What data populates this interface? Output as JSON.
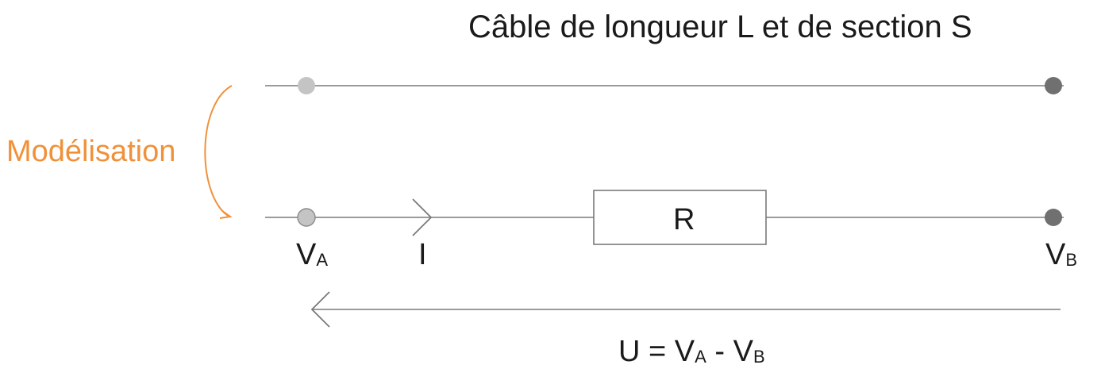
{
  "title": "Câble de longueur L et de section S",
  "modeling_label": "Modélisation",
  "resistor_label": "R",
  "node_a": {
    "main": "V",
    "sub": "A"
  },
  "node_b": {
    "main": "V",
    "sub": "B"
  },
  "current_label": "I",
  "voltage_formula": {
    "lhs": "U = ",
    "term1_main": "V",
    "term1_sub": "A",
    "minus": " - ",
    "term2_main": "V",
    "term2_sub": "B"
  },
  "colors": {
    "accent": "#f0913a",
    "wire": "#7a7a7a",
    "node_a": "#c4c4c4",
    "node_b": "#707070",
    "text": "#1a1a1a"
  }
}
